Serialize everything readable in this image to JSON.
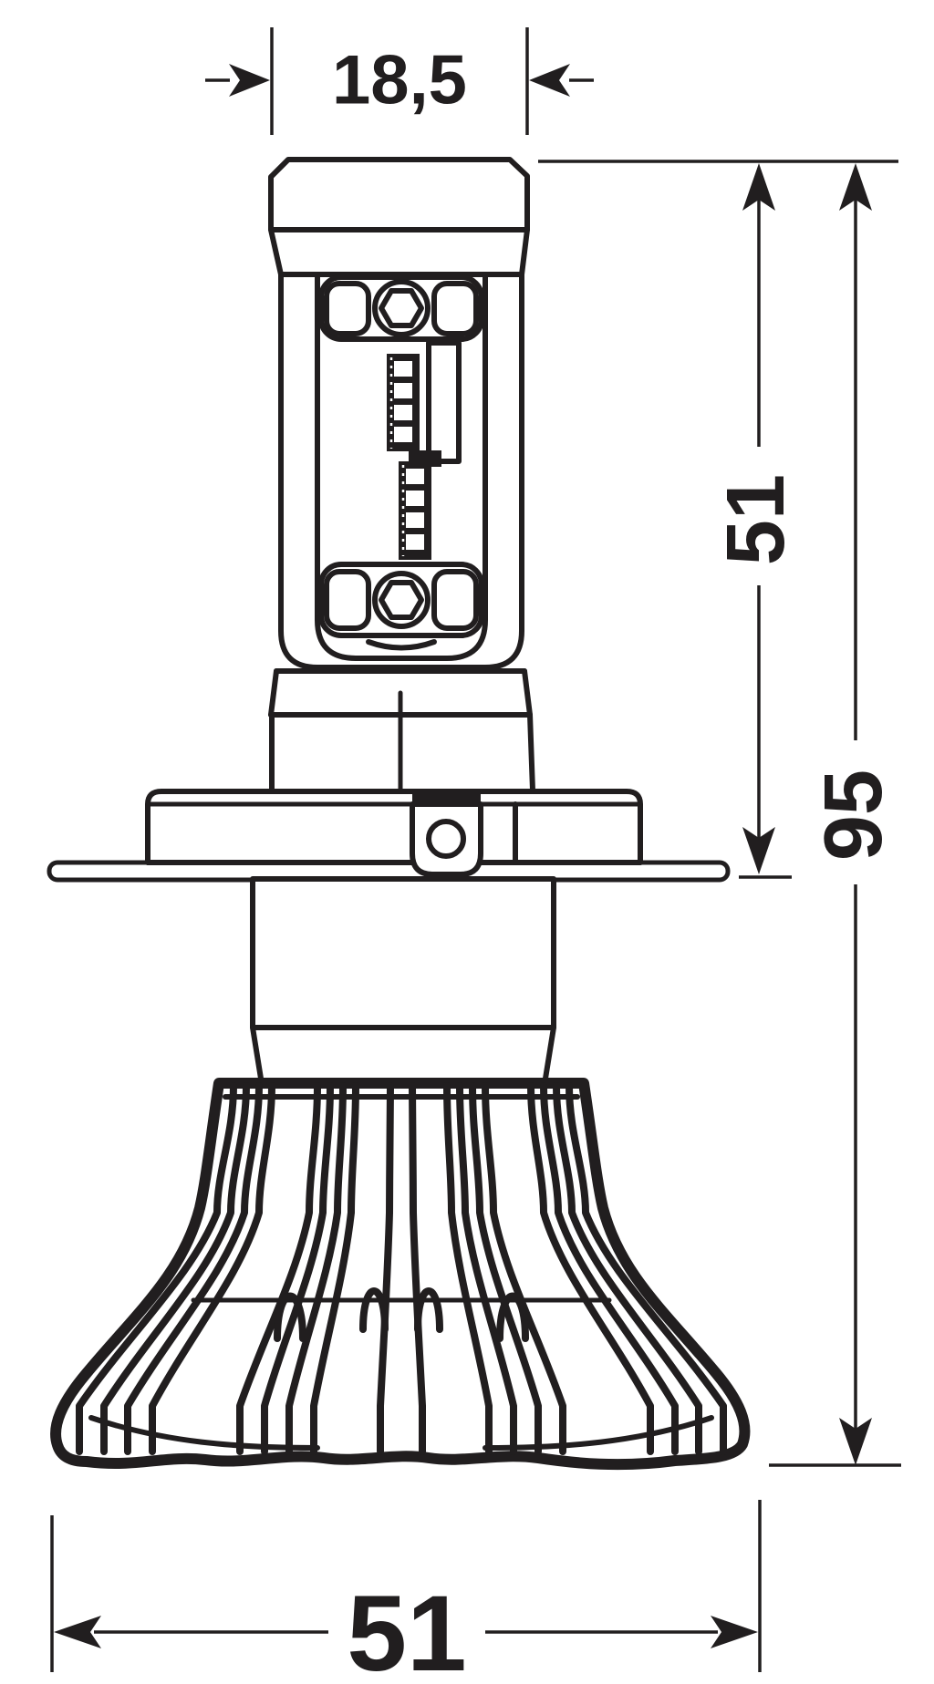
{
  "drawing": {
    "type": "technical-dimension-drawing",
    "subject": "led-headlight-bulb-side-view",
    "ink_color": "#211e1f",
    "background_color": "#ffffff",
    "dimensions": {
      "top_width": {
        "label": "18,5",
        "orientation": "horizontal",
        "position": "top"
      },
      "upper_height": {
        "label": "51",
        "orientation": "vertical",
        "position": "right-inner"
      },
      "total_height": {
        "label": "95",
        "orientation": "vertical",
        "position": "right-outer"
      },
      "bottom_width": {
        "label": "51",
        "orientation": "horizontal",
        "position": "bottom"
      }
    }
  }
}
